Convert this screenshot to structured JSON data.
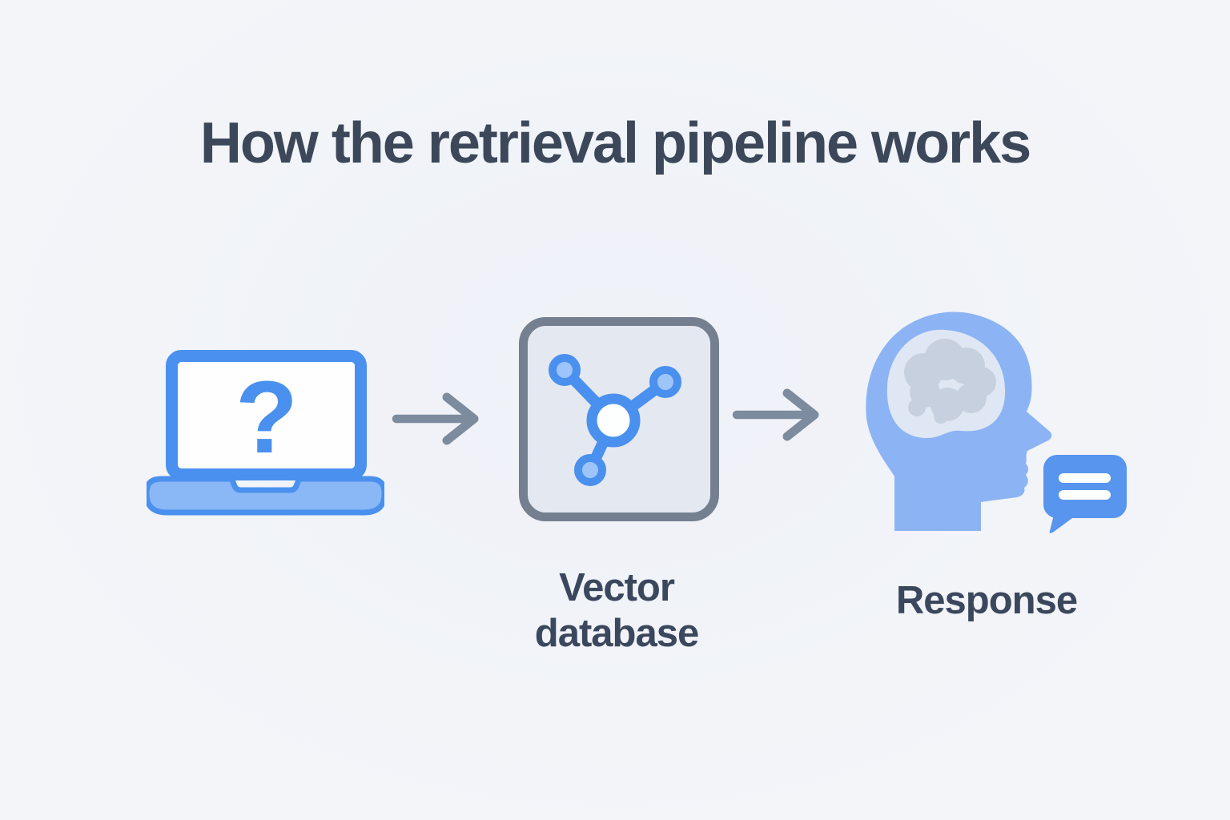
{
  "title": "How the retrieval pipeline works",
  "colors": {
    "background": "#f2f4f8",
    "heading_text": "#3c4859",
    "label_text": "#3a475c",
    "primary_blue": "#4a90ee",
    "light_blue_fill": "#8ab7f6",
    "node_fill": "#9ec5f9",
    "square_border": "#74808f",
    "square_fill": "#e4e8f0",
    "arrow_gray": "#7d8b9e",
    "head_fill": "#8cb4f4",
    "brain_cavity": "#dee7f3",
    "brain_fill": "#c7d0de",
    "speech_bubble": "#5795ef"
  },
  "icons": {
    "question_mark_glyph": "?"
  },
  "pipeline": {
    "steps": [
      {
        "name": "user-query",
        "icon": "laptop-question-icon",
        "label": ""
      },
      {
        "name": "vector-database",
        "icon": "vector-network-icon",
        "label": "Vector database"
      },
      {
        "name": "response",
        "icon": "head-speech-icon",
        "label": "Response"
      }
    ],
    "connector_icon": "right-arrow-icon"
  }
}
